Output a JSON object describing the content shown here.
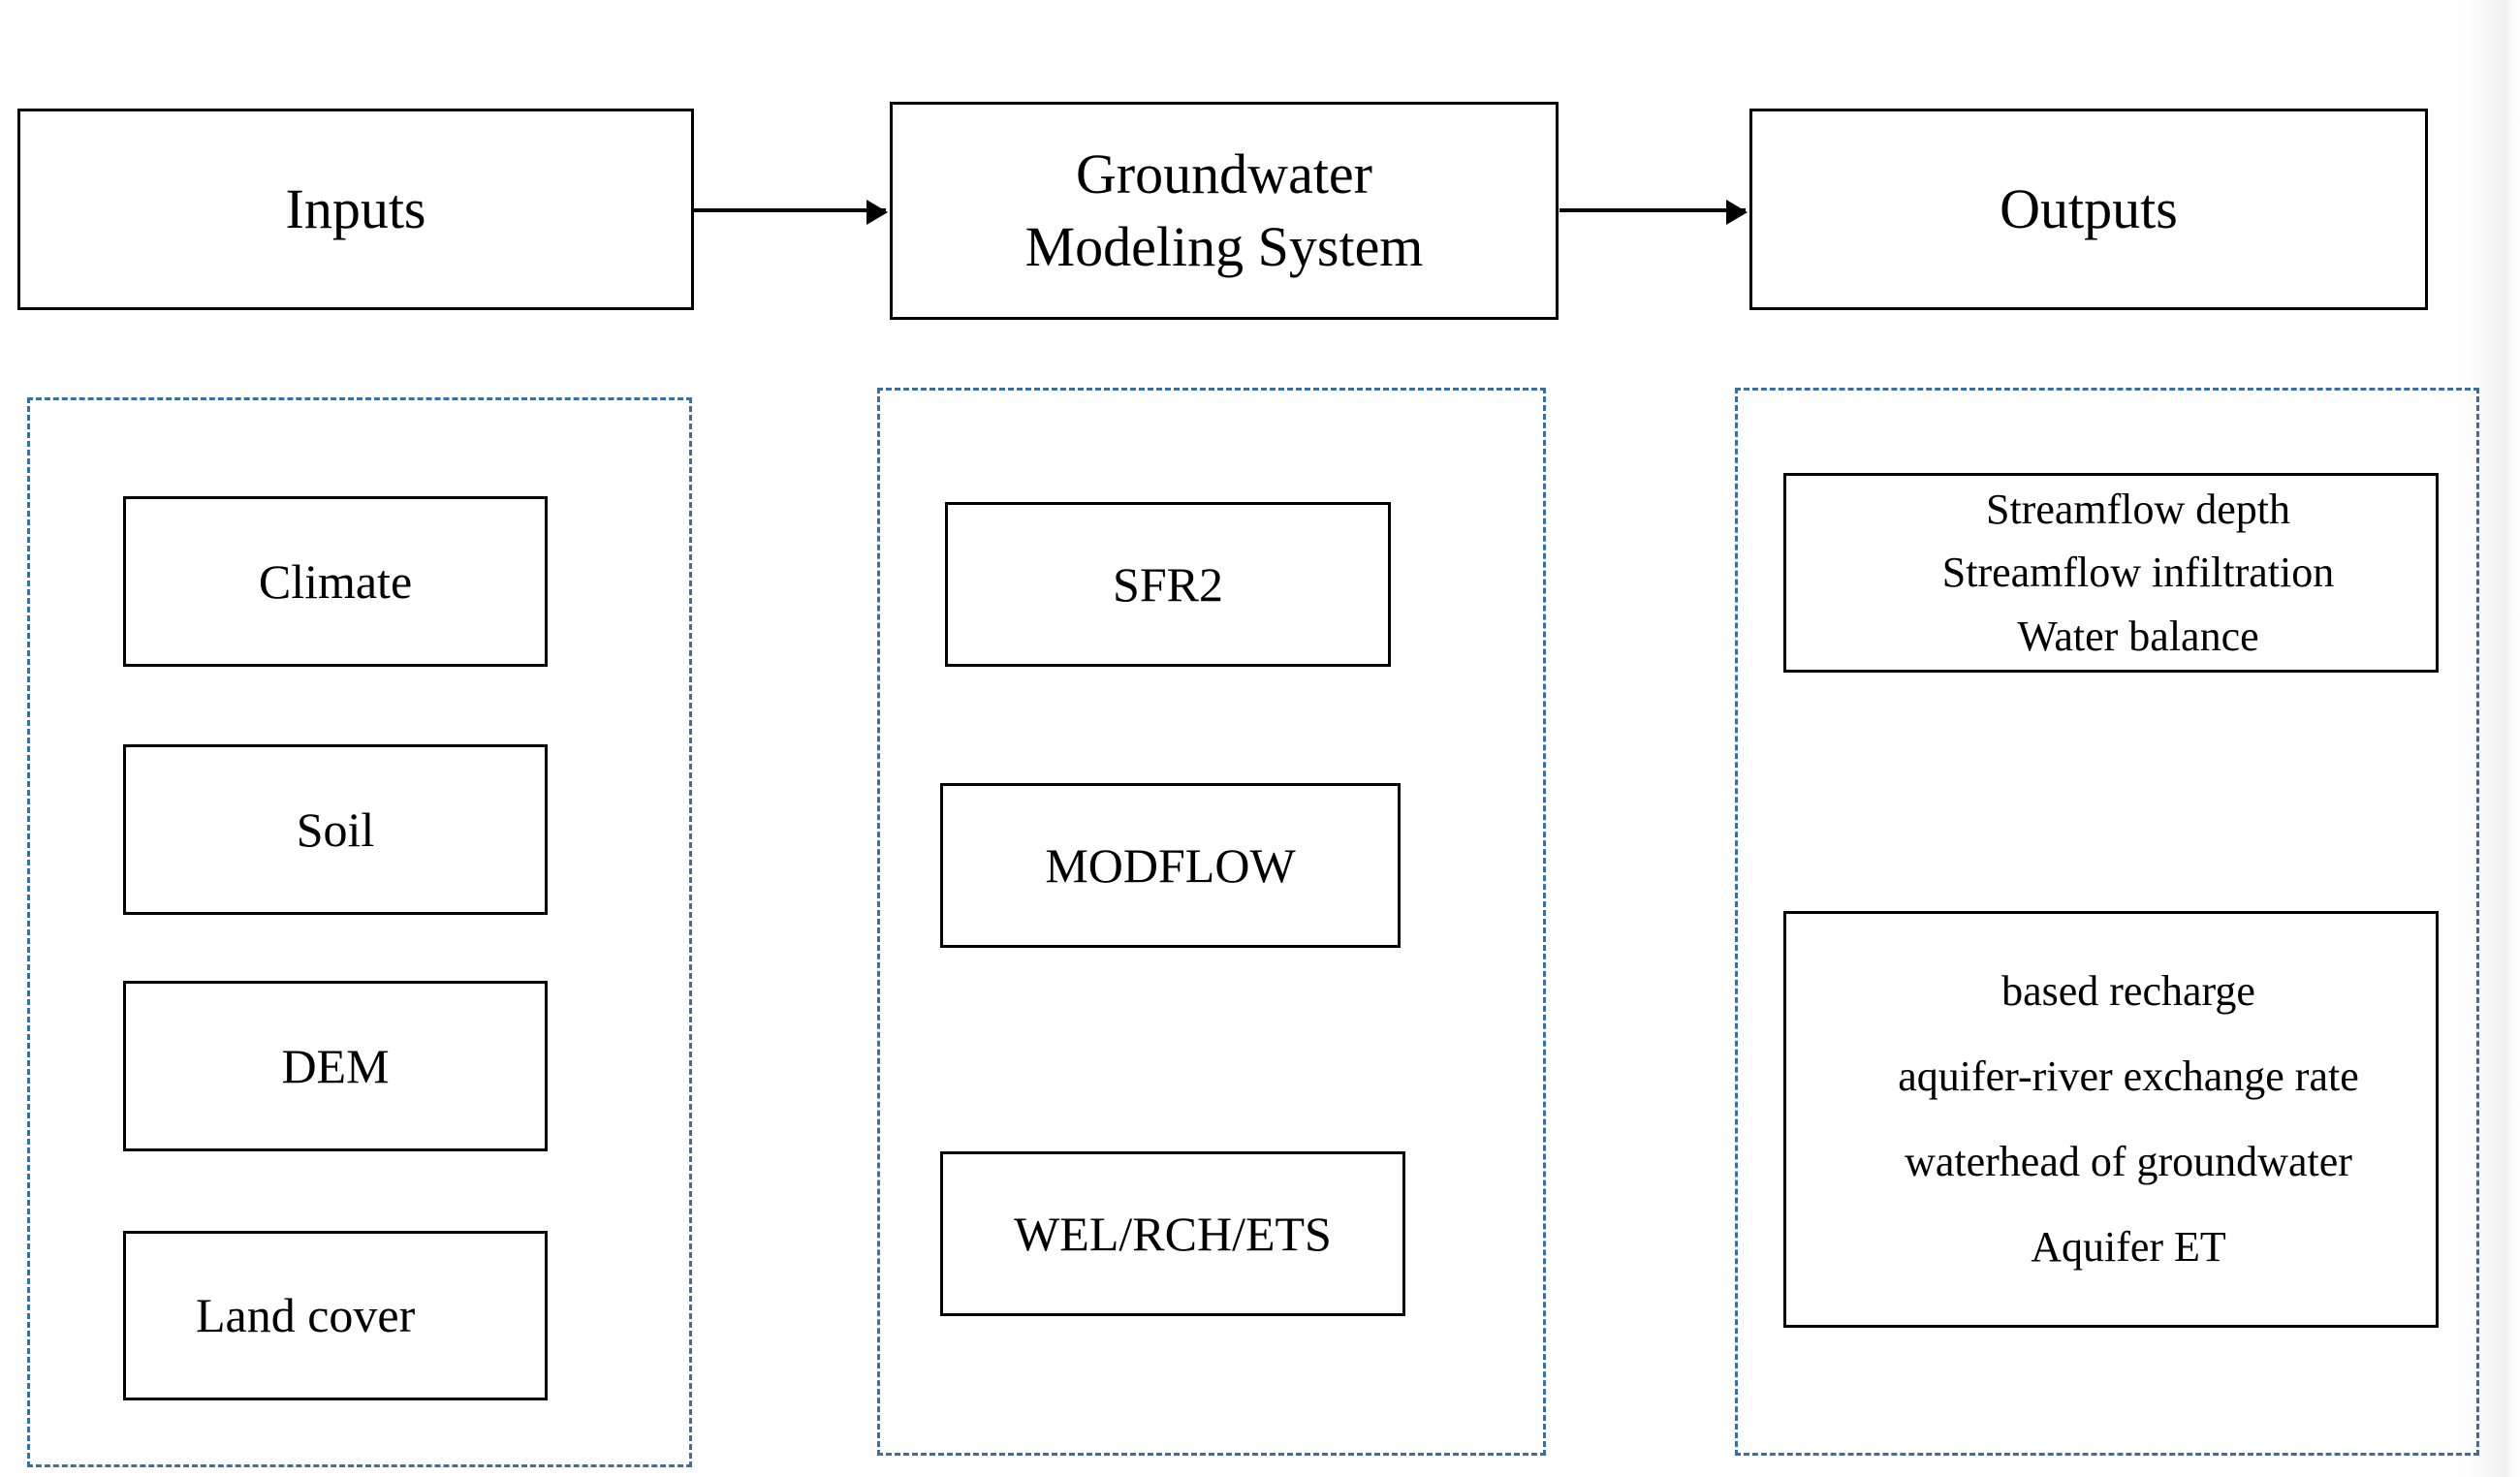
{
  "diagram": {
    "title_row": [
      {
        "id": "inputs",
        "label": "Inputs"
      },
      {
        "id": "system",
        "label_line1": "Groundwater",
        "label_line2": "Modeling  System"
      },
      {
        "id": "outputs",
        "label": "Outputs"
      }
    ],
    "connectors": [
      {
        "from": "inputs",
        "to": "system",
        "type": "arrow-right"
      },
      {
        "from": "system",
        "to": "outputs",
        "type": "arrow-right"
      }
    ],
    "columns": [
      {
        "id": "inputs-group",
        "border_color": "#3a6ea8",
        "border_style": "dashed",
        "nodes": [
          {
            "label": "Climate"
          },
          {
            "label": "Soil"
          },
          {
            "label": "DEM"
          },
          {
            "label": "Land cover"
          }
        ]
      },
      {
        "id": "system-group",
        "border_color": "#3a6ea8",
        "border_style": "dashed",
        "nodes": [
          {
            "label": "SFR2"
          },
          {
            "label": "MODFLOW"
          },
          {
            "label": "WEL/RCH/ETS"
          }
        ]
      },
      {
        "id": "outputs-group",
        "border_color": "#3a6ea8",
        "border_style": "dashed",
        "boxes": [
          {
            "id": "outputs-box-1",
            "lines": [
              "Streamflow depth",
              "Streamflow infiltration",
              "Water balance"
            ]
          },
          {
            "id": "outputs-box-2",
            "lines": [
              "based recharge",
              "aquifer-river exchange rate",
              "waterhead of groundwater",
              "Aquifer ET"
            ]
          }
        ]
      }
    ]
  }
}
